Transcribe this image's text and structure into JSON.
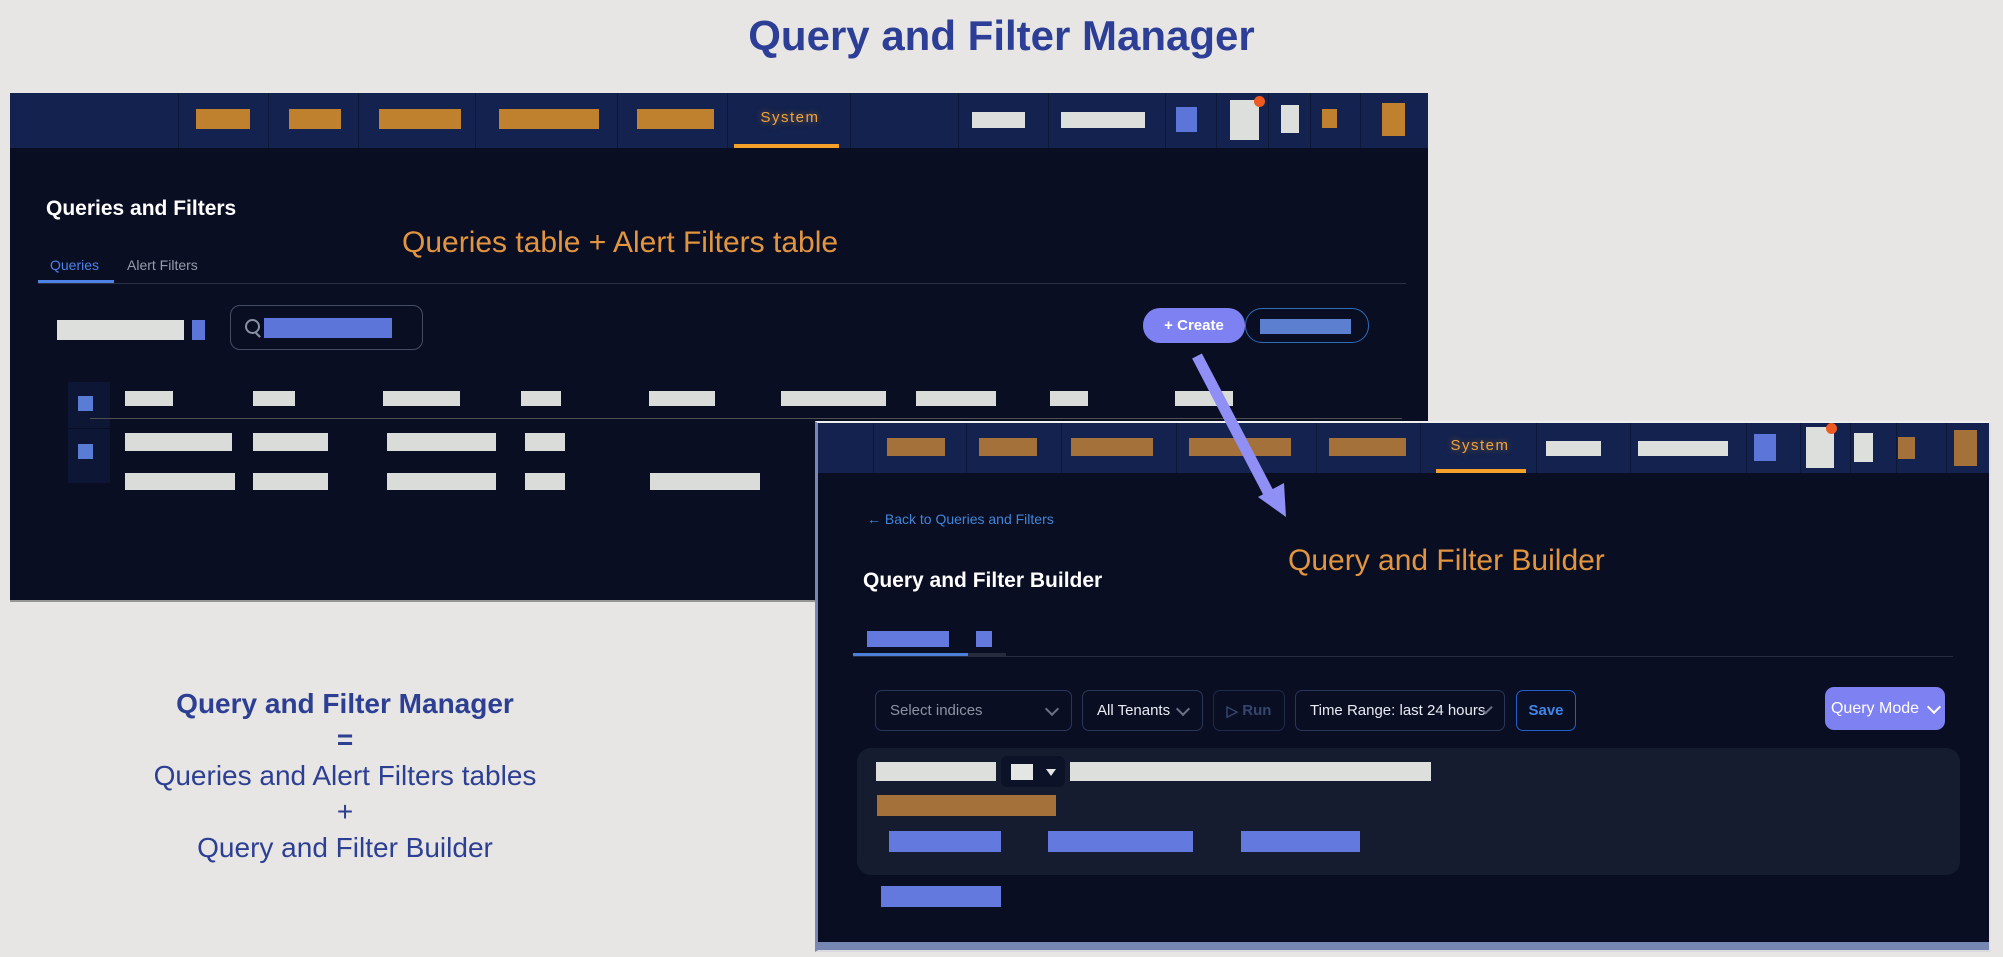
{
  "page": {
    "title": "Query and Filter Manager"
  },
  "equation": {
    "line1": "Query and Filter Manager",
    "line2": "=",
    "line3": "Queries and Alert Filters tables",
    "line4": "+",
    "line5": "Query and Filter Builder"
  },
  "manager_window": {
    "nav_active_tab": "System",
    "heading": "Queries and Filters",
    "annotation": "Queries table + Alert Filters table",
    "tabs": [
      {
        "label": "Queries",
        "active": true
      },
      {
        "label": "Alert Filters",
        "active": false
      }
    ],
    "create_button": {
      "plus": "+",
      "label": "Create"
    }
  },
  "builder_window": {
    "nav_active_tab": "System",
    "back_arrow": "←",
    "back_link": "Back to Queries and Filters",
    "heading": "Query and Filter Builder",
    "annotation": "Query and Filter Builder",
    "toolbar": {
      "select_indices": "Select indices",
      "all_tenants": "All Tenants",
      "run_icon": "▷",
      "run": "Run",
      "time_range": "Time Range: last 24 hours",
      "save": "Save",
      "query_mode": "Query Mode"
    }
  },
  "icons": {
    "search_icon": "css-magnifier",
    "chevron_down_icon": "css-chevron",
    "dropdown_caret_icon": "css-triangle-down",
    "notification_dot": "orange-red-dot",
    "back_arrow_icon": "←",
    "run_play_icon": "▷"
  },
  "colors": {
    "title_blue": "#2c3e96",
    "annotation_orange": "#e2953f",
    "nav_navy": "#13224e",
    "window_bg": "#0a0e23",
    "accent_purple": "#7e81f2",
    "accent_blue": "#6379de",
    "link_blue": "#4285d8",
    "tab_blue": "#4d82e8",
    "system_orange": "#f2a33c",
    "redacted_orange": "#c0812f",
    "save_blue": "#3f86ea",
    "arrow_purple": "#8f8ff6"
  }
}
